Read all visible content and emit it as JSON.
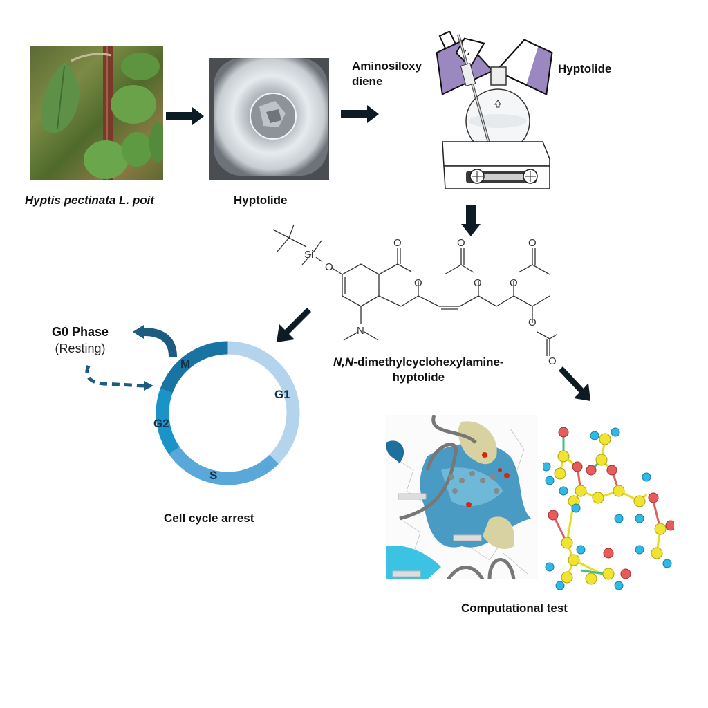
{
  "title": "Hyptolide derivative workflow",
  "steps": {
    "plant": {
      "label_italic": "Hyptis pectinata L. poit",
      "image": "plant-photo"
    },
    "extract": {
      "label": "Hyptolide",
      "image": "crystal-vial-photo"
    },
    "reaction": {
      "reagent_left": "Aminosiloxy",
      "reagent_left_line2": "diene",
      "reagent_right": "Hyptolide",
      "image": "stirring-hotplate-flask"
    },
    "product": {
      "name_italic": "N,N",
      "name_rest": "-dimethylcyclohexylamine-",
      "name_line2": "hyptolide",
      "atoms": {
        "si": "Si",
        "o": "O",
        "n": "N"
      }
    },
    "cell_cycle": {
      "g0_title": "G0 Phase",
      "g0_sub": "(Resting)",
      "phases": [
        {
          "name": "G1",
          "color": "#b4d3ec"
        },
        {
          "name": "S",
          "color": "#5aa8da"
        },
        {
          "name": "G2",
          "color": "#1a93c9"
        },
        {
          "name": "M",
          "color": "#1875a3"
        }
      ],
      "caption": "Cell cycle arrest"
    },
    "computational": {
      "caption": "Computational test",
      "docking_image": "protein-ligand-docking",
      "molecule_image": "ball-and-stick-model"
    }
  },
  "colors": {
    "arrow": "#0d1b24",
    "g0_arrow": "#1b5c80",
    "flask_purple": "#9b88c0"
  }
}
